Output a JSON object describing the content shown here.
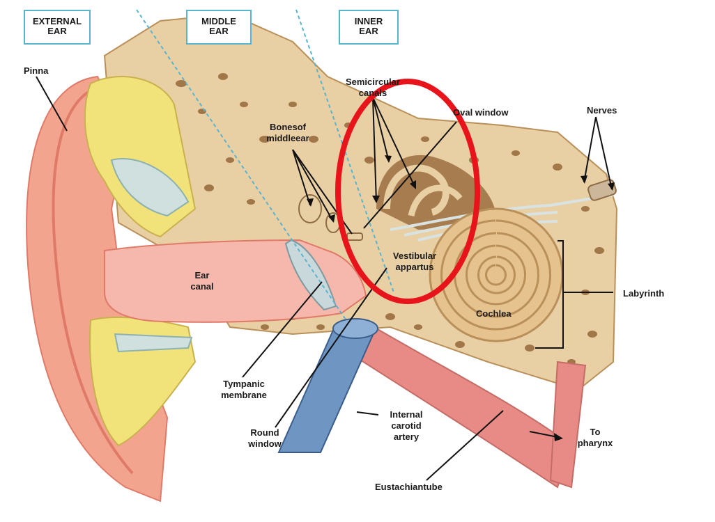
{
  "figure": {
    "highlight_color": "#e8141b",
    "divider_color": "#58b4cf",
    "palette": {
      "skin": "#f3a48e",
      "skin_dark": "#e07a68",
      "bone": "#e9cfa4",
      "bone_dark": "#c79c63",
      "fat": "#f1e27a",
      "cartilage": "#cfe0de",
      "canal_pink": "#f6b8ad",
      "artery_blue": "#6f95c2",
      "tube_pink": "#e88a86"
    }
  },
  "regions": {
    "external": {
      "line1": "EXTERNAL",
      "line2": "EAR"
    },
    "middle": {
      "line1": "MIDDLE",
      "line2": "EAR"
    },
    "inner": {
      "line1": "INNER",
      "line2": "EAR"
    }
  },
  "labels": {
    "pinna": "Pinna",
    "semicircular": {
      "line1": "Semicircular",
      "line2": "canals"
    },
    "oval_window": "Oval window",
    "nerves": "Nerves",
    "bones": {
      "line1": "Bonesof",
      "line2": "middleear"
    },
    "vestibular": {
      "line1": "Vestibular",
      "line2": "appartus"
    },
    "ear_canal": {
      "line1": "Ear",
      "line2": "canal"
    },
    "labyrinth": "Labyrinth",
    "cochlea": "Cochlea",
    "tympanic": {
      "line1": "Tympanic",
      "line2": "membrane"
    },
    "round_window": {
      "line1": "Round",
      "line2": "window"
    },
    "carotid": {
      "line1": "Internal",
      "line2": "carotid",
      "line3": "artery"
    },
    "pharynx": {
      "line1": "To",
      "line2": "pharynx"
    },
    "eustachian": "Eustachiantube"
  }
}
